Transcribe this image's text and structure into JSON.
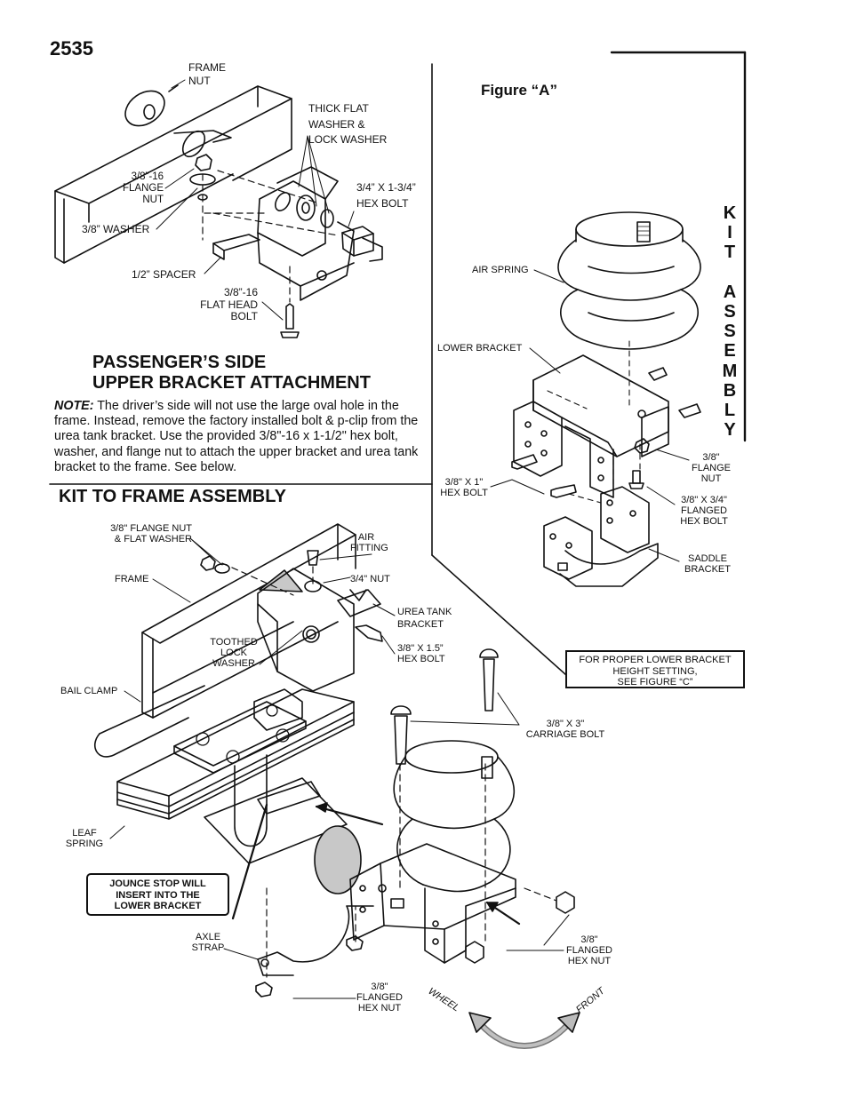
{
  "page_number": "2535",
  "figure_a_title": "Figure “A”",
  "kit_assembly_vertical": "K\nI\nT\n\nA\nS\nS\nE\nM\nB\nL\nY",
  "passenger_heading": "PASSENGER’S SIDE\nUPPER BRACKET ATTACHMENT",
  "note_label": "NOTE:",
  "note_text": " The driver’s side will not use the large oval hole in the frame. Instead, remove the factory installed bolt & p-clip from the urea tank bracket. Use the provided 3/8\"-16 x 1-1/2\" hex bolt, washer, and flange nut to attach the upper bracket and urea tank bracket to the frame. See below.",
  "kit_frame_heading": "KIT TO FRAME ASSEMBLY",
  "top_labels": {
    "frame_nut": "FRAME\nNUT",
    "thick_washer": "THICK FLAT\nWASHER &\nLOCK WASHER",
    "flange_nut": "3/8”-16\nFLANGE\nNUT",
    "hex_bolt": "3/4” X 1-3/4”\nHEX BOLT",
    "washer": "3/8” WASHER",
    "spacer": "1/2” SPACER",
    "flat_head_bolt": "3/8”-16\nFLAT HEAD\nBOLT"
  },
  "figure_a_labels": {
    "air_spring": "AIR SPRING",
    "lower_bracket": "LOWER BRACKET",
    "flange_nut": "3/8\"\nFLANGE\nNUT",
    "hex_bolt_1": "3/8\" X 1\"\nHEX BOLT",
    "flanged_hex_bolt": "3/8\" X 3/4\"\nFLANGED\nHEX BOLT",
    "saddle_bracket": "SADDLE\nBRACKET"
  },
  "lower_box_text": "FOR PROPER LOWER BRACKET\nHEIGHT SETTING,\nSEE FIGURE “C”",
  "bottom_labels": {
    "flange_nut_washer": "3/8\" FLANGE NUT\n& FLAT WASHER",
    "air_fitting": "AIR\nFITTING",
    "frame": "FRAME",
    "nut_3_4": "3/4\" NUT",
    "urea_tank": "UREA TANK\nBRACKET",
    "toothed_washer": "TOOTHED\nLOCK\nWASHER",
    "hex_bolt_15": "3/8\" X 1.5”\nHEX BOLT",
    "bail_clamp": "BAIL CLAMP",
    "carriage_bolt": "3/8\" X 3\"\nCARRIAGE BOLT",
    "leaf_spring": "LEAF\nSPRING",
    "axle_strap": "AXLE\nSTRAP",
    "flanged_hex_nut_right": "3/8\"\nFLANGED\nHEX NUT",
    "flanged_hex_nut_bottom": "3/8\"\nFLANGED\nHEX NUT",
    "wheel": "WHEEL",
    "front": "FRONT"
  },
  "jounce_box_text": "JOUNCE STOP WILL\nINSERT INTO THE\nLOWER BRACKET"
}
